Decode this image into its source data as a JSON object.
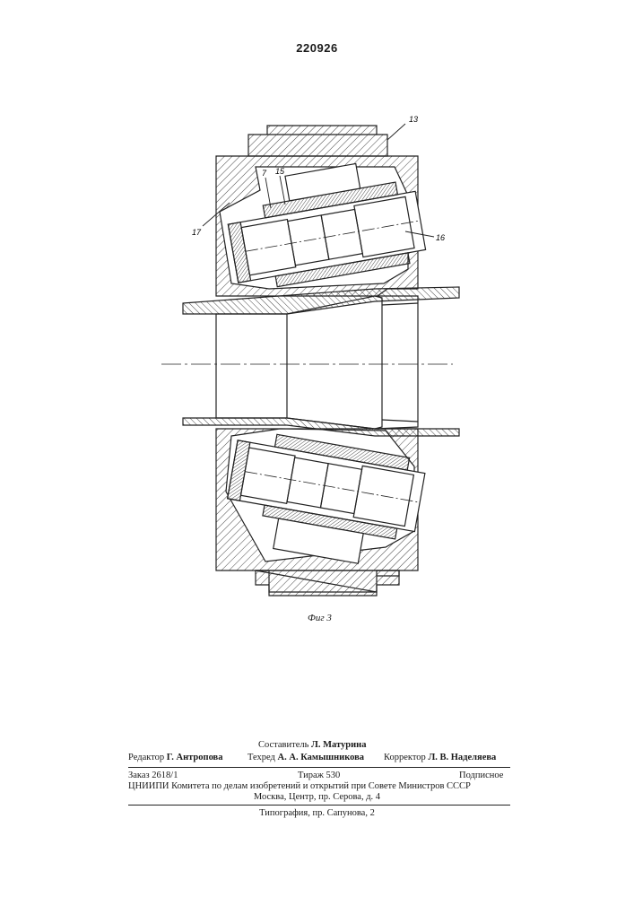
{
  "patent_number": "220926",
  "figure": {
    "caption": "Фиг 3",
    "callouts": {
      "c13": "13",
      "c7": "7",
      "c15": "15",
      "c17": "17",
      "c16": "16"
    }
  },
  "imprint": {
    "compiler_label": "Составитель",
    "compiler_name": "Л. Матурина",
    "editor_label": "Редактор",
    "editor_name": "Г. Антропова",
    "techred_label": "Техред",
    "techred_name": "А. А. Камышникова",
    "corrector_label": "Корректор",
    "corrector_name": "Л. В. Наделяева",
    "order": "Заказ 2618/1",
    "circulation": "Тираж 530",
    "subscription": "Подписное",
    "institute": "ЦНИИПИ Комитета по делам изобретений и открытий при Совете Министров СССР",
    "address": "Москва, Центр, пр. Серова, д. 4",
    "printer": "Типография, пр. Сапунова, 2"
  }
}
